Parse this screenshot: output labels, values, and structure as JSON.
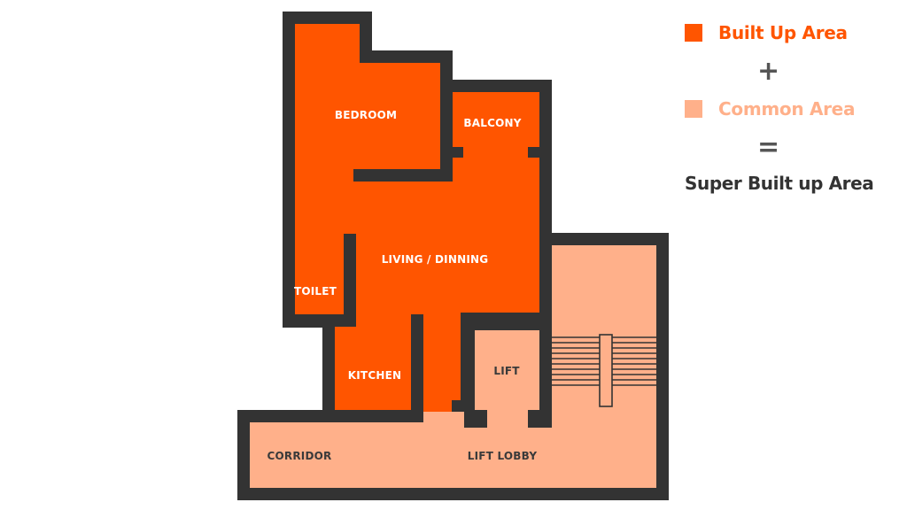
{
  "colors": {
    "built_up": "#ff5500",
    "common": "#ffb08a",
    "wall": "#333333",
    "label_light": "#ffffff",
    "label_dark": "#3a3a3a",
    "operator": "#555555",
    "result_text": "#333333"
  },
  "legend": {
    "built_up_label": "Built Up Area",
    "plus_symbol": "+",
    "common_label": "Common Area",
    "equals_symbol": "=",
    "result_label": "Super Built up Area"
  },
  "rooms": {
    "bedroom": "BEDROOM",
    "balcony": "BALCONY",
    "living": "LIVING / DINNING",
    "toilet": "TOILET",
    "kitchen": "KITCHEN",
    "lift": "LIFT",
    "corridor": "CORRIDOR",
    "lift_lobby": "LIFT LOBBY"
  }
}
